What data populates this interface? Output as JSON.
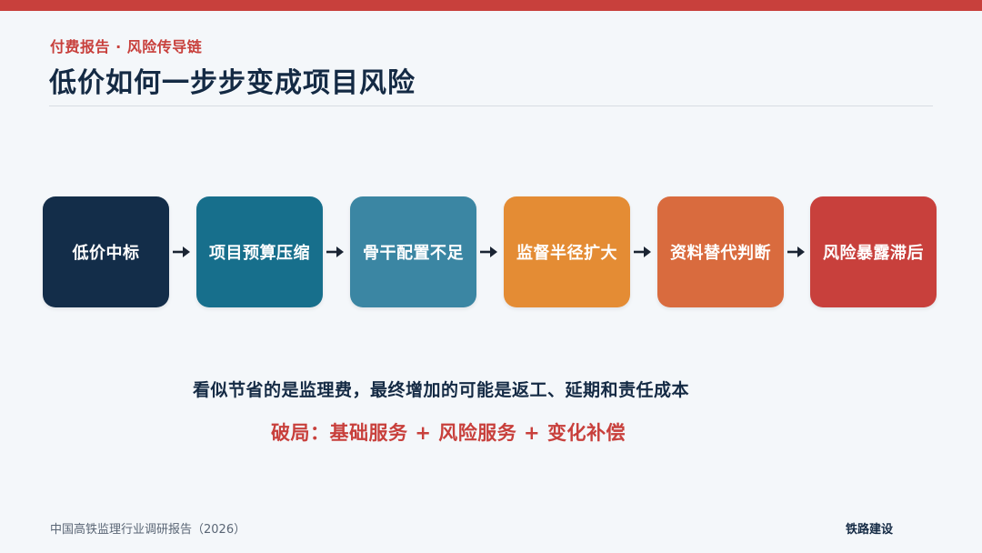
{
  "header": {
    "eyebrow": "付费报告 · 风险传导链",
    "title": "低价如何一步步变成项目风险"
  },
  "chain": {
    "steps": [
      {
        "label": "低价中标",
        "color": "#132d49"
      },
      {
        "label": "项目预算压缩",
        "color": "#176f8c"
      },
      {
        "label": "骨干配置不足",
        "color": "#3b86a3"
      },
      {
        "label": "监督半径扩大",
        "color": "#e48c34"
      },
      {
        "label": "资料替代判断",
        "color": "#d96b3e"
      },
      {
        "label": "风险暴露滞后",
        "color": "#c8403c"
      }
    ],
    "arrow_icon": "arrow-right-icon"
  },
  "summary": "看似节省的是监理费，最终增加的可能是返工、延期和责任成本",
  "solution": "破局：基础服务 + 风险服务 + 变化补偿",
  "footer": {
    "source": "中国高铁监理行业调研报告（2026）",
    "brand": "铁路建设"
  },
  "colors": {
    "accent": "#c8403c",
    "navy": "#142a44",
    "background": "#f4f7fa"
  }
}
